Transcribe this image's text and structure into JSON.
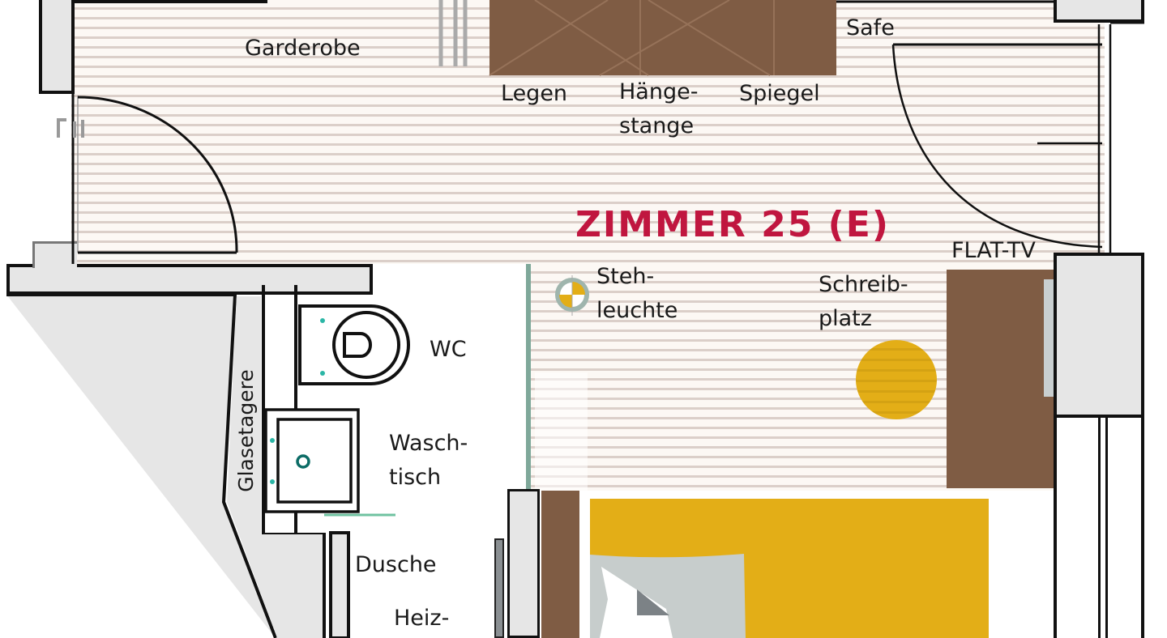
{
  "plan": {
    "title": "ZIMMER 25 (E)",
    "labels": {
      "garderobe": "Garderobe",
      "legen": "Legen",
      "haengestange_1": "Hänge-",
      "haengestange_2": "stange",
      "spiegel": "Spiegel",
      "safe": "Safe",
      "flat_tv": "FLAT-TV",
      "stehleuchte_1": "Steh-",
      "stehleuchte_2": "leuchte",
      "schreibplatz_1": "Schreib-",
      "schreibplatz_2": "platz",
      "wc": "WC",
      "waschtisch_1": "Wasch-",
      "waschtisch_2": "tisch",
      "glasetagere": "Glasetagere",
      "dusche": "Dusche",
      "heiz": "Heiz-"
    }
  },
  "colors": {
    "title": "#c0163f",
    "furniture_brown": "#7f5c44",
    "bed_yellow": "#e3ae17",
    "wall_fill": "#e6e6e6",
    "floor_stripe": "#dbcfc9",
    "glass_green": "#7fa89a"
  }
}
